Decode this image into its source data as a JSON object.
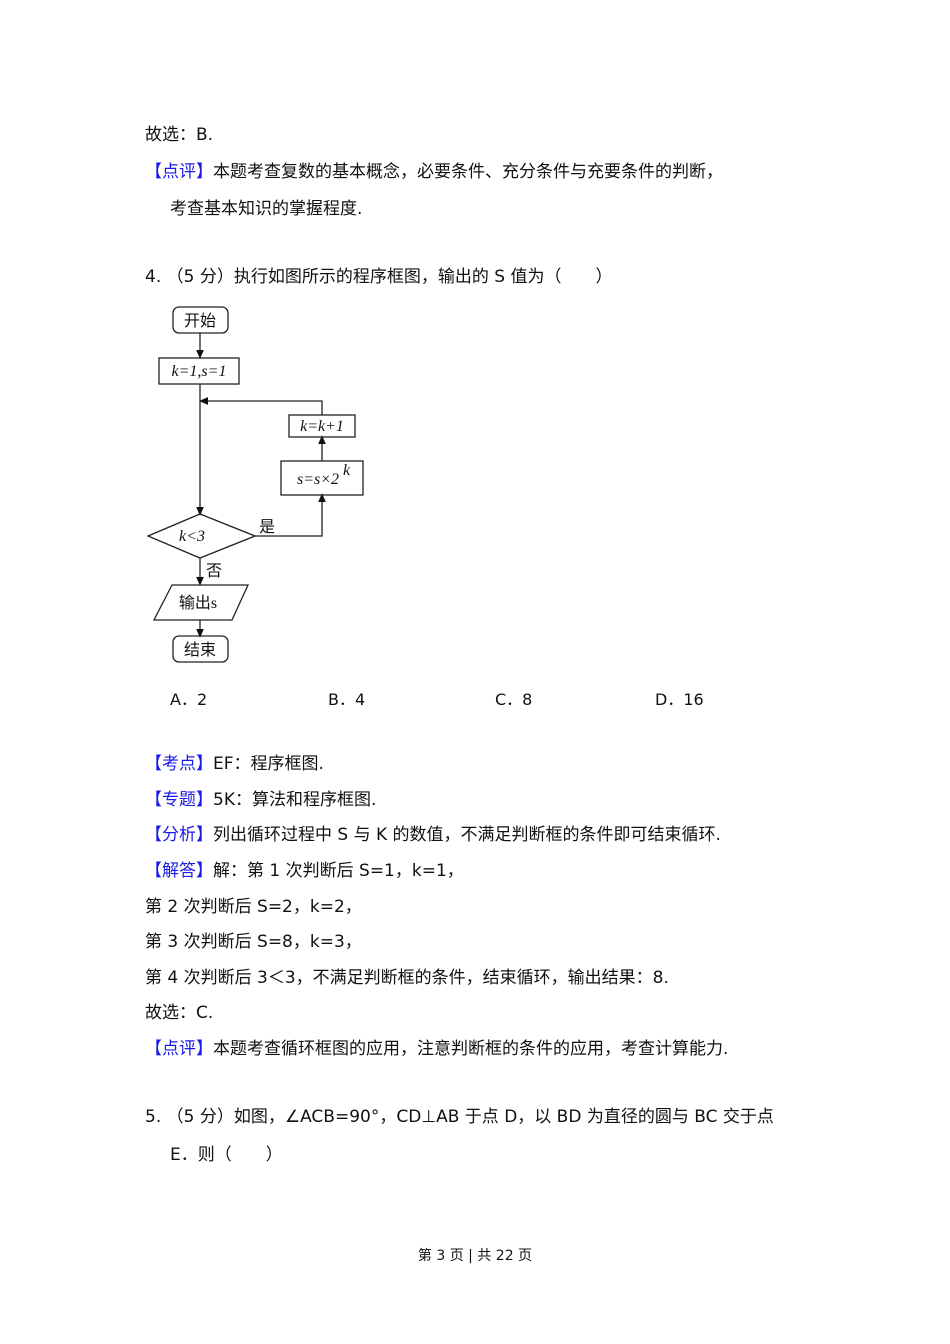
{
  "prev": {
    "choice": "故选：B.",
    "comment_tag": "【点评】",
    "comment_1": "本题考查复数的基本概念，必要条件、充分条件与充要条件的判断，",
    "comment_2": "考查基本知识的掌握程度."
  },
  "q4": {
    "stem": "4. （5 分）执行如图所示的程序框图，输出的 S 值为（　　）",
    "flow": {
      "start": "开始",
      "init": "k=1,s=1",
      "inc": "k=k+1",
      "update": "s=s×2",
      "update_sup": "k",
      "cond": "k<3",
      "yes": "是",
      "no": "否",
      "output": "输出s",
      "end": "结束"
    },
    "options": [
      "A．2",
      "B．4",
      "C．8",
      "D．16"
    ],
    "kaodian_tag": "【考点】",
    "kaodian": "EF：程序框图.",
    "zhuanti_tag": "【专题】",
    "zhuanti": "5K：算法和程序框图.",
    "fenxi_tag": "【分析】",
    "fenxi": "列出循环过程中 S 与 K 的数值，不满足判断框的条件即可结束循环.",
    "jieda_tag": "【解答】",
    "jieda_1": "解：第 1 次判断后 S=1，k=1，",
    "jieda_2": "第 2 次判断后 S=2，k=2，",
    "jieda_3": "第 3 次判断后 S=8，k=3，",
    "jieda_4": "第 4 次判断后 3＜3，不满足判断框的条件，结束循环，输出结果：8.",
    "jieda_5": "故选：C.",
    "pingjia_tag": "【点评】",
    "pingjia": "本题考查循环框图的应用，注意判断框的条件的应用，考查计算能力."
  },
  "q5": {
    "stem_1": "5. （5 分）如图，∠ACB=90°，CD⊥AB 于点 D，以 BD 为直径的圆与 BC 交于点",
    "stem_2": "E．则（　　）"
  },
  "footer": "第 3 页 | 共 22 页"
}
